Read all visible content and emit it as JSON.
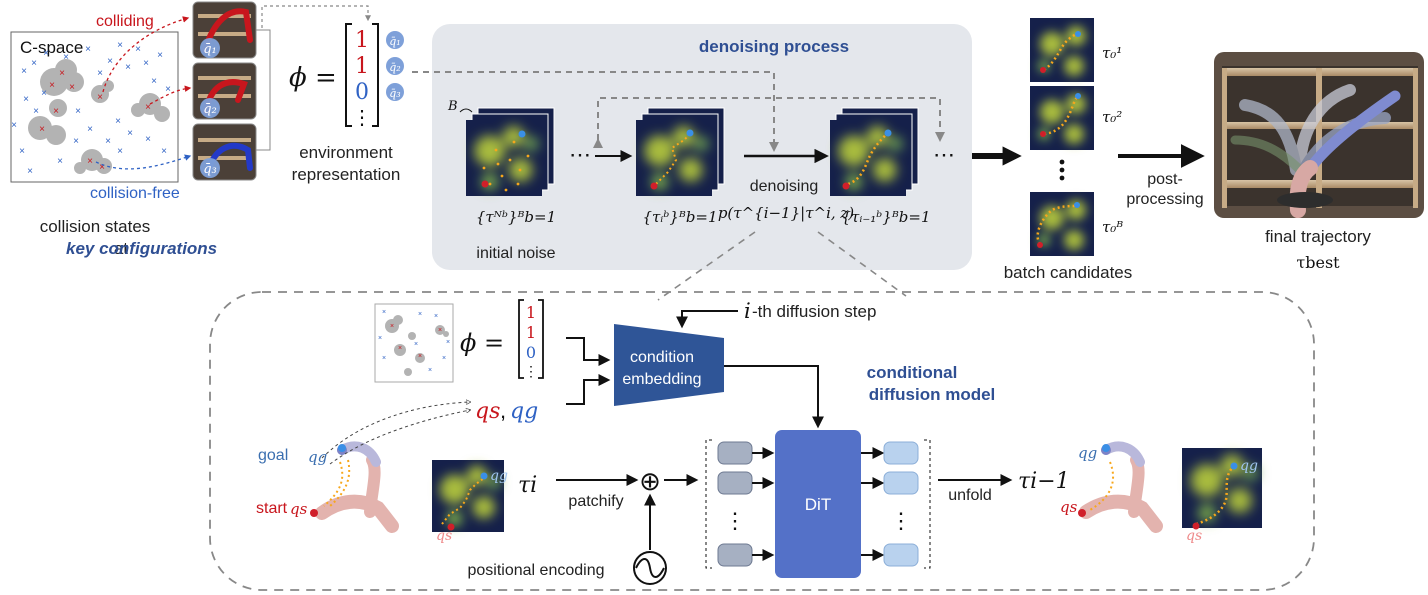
{
  "colors": {
    "accent_blue": "#2f4f93",
    "red": "#c8161d",
    "blue": "#2f62c4",
    "light_blue": "#7ea0d9",
    "panel_gray": "#e4e7ec",
    "obstacle_gray": "#b3b3b3",
    "map_bg": "#15204a",
    "map_blob": "#b3c43a",
    "path_orange": "#f7a71c",
    "block_blue": "#5471c8",
    "token_gray": "#a6b0c2",
    "token_light": "#b9d2ee"
  },
  "cspace": {
    "title": "C-space",
    "colliding_label": "colliding",
    "collision_free_label": "collision-free",
    "caption_line1": "collision states",
    "caption_line2_prefix": "at ",
    "caption_line2_emph": "key configurations"
  },
  "configs": [
    "q̄₁",
    "q̄₂",
    "q̄₃"
  ],
  "env": {
    "phi": "ϕ =",
    "vector": [
      "1",
      "1",
      "0",
      "⋮"
    ],
    "caption_line1": "environment",
    "caption_line2": "representation"
  },
  "denoise": {
    "title": "denoising process",
    "batch_symbol": "B",
    "stack1_math": "{τᴺᵇ}ᴮb=1",
    "stack1_label": "initial noise",
    "stack2_math": "{τᵢᵇ}ᴮb=1",
    "stack3_math": "{τᵢ₋₁ᵇ}ᴮb=1",
    "arrow_label": "denoising",
    "formula": "p(τ^{i−1}|τ^i, z)",
    "ellipsis": "⋯"
  },
  "candidates": {
    "labels": [
      "τ₀¹",
      "τ₀²",
      "τ₀ᴮ"
    ],
    "caption": "batch candidates",
    "post_line1": "post-",
    "post_line2": "processing"
  },
  "final": {
    "caption_line1": "final trajectory",
    "caption_line2": "τbest"
  },
  "model": {
    "step_label": "-th diffusion step",
    "step_var": "i",
    "phi": "ϕ =",
    "vector": [
      "1",
      "1",
      "0",
      "⋮"
    ],
    "qs": "qs",
    "qg": "qg",
    "cond_line1": "condition",
    "cond_line2": "embedding",
    "title_line1": "conditional",
    "title_line2": "diffusion model",
    "goal_label": "goal",
    "start_label": "start",
    "tau_i": "τi",
    "patchify": "patchify",
    "oplus": "⊕",
    "pos_enc": "positional encoding",
    "dit": "DiT",
    "unfold": "unfold",
    "tau_prev": "τi−1",
    "vdots": "⋮"
  }
}
